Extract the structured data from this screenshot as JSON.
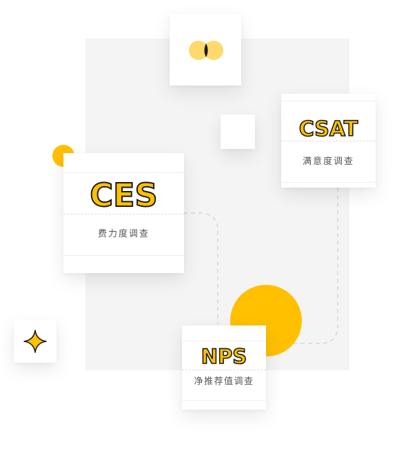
{
  "colors": {
    "accent": "#ffc000",
    "panel": "#f4f4f4",
    "outline": "#1a1a1a",
    "subtext": "#555555"
  },
  "icons": {
    "top_card": "overlapping-circles-icon",
    "bottom_left_card": "sparkle-icon"
  },
  "cards": {
    "ces": {
      "title": "CES",
      "subtitle": "费力度调查"
    },
    "csat": {
      "title": "CSAT",
      "subtitle": "满意度调查"
    },
    "nps": {
      "title": "NPS",
      "subtitle": "净推荐值调查"
    }
  }
}
